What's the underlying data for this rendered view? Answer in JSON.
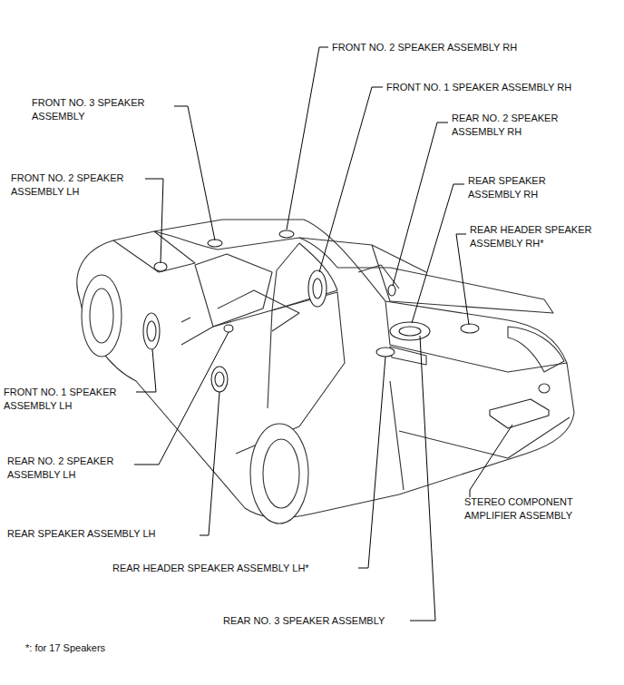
{
  "diagram": {
    "labels": [
      "FRONT NO. 2 SPEAKER ASSEMBLY RH",
      "FRONT NO. 1 SPEAKER ASSEMBLY RH",
      "FRONT NO. 3 SPEAKER ASSEMBLY",
      "REAR NO. 2 SPEAKER ASSEMBLY RH",
      "FRONT NO. 2 SPEAKER ASSEMBLY LH",
      "REAR SPEAKER ASSEMBLY RH",
      "REAR HEADER SPEAKER ASSEMBLY RH*",
      "FRONT NO. 1 SPEAKER ASSEMBLY LH",
      "REAR NO. 2 SPEAKER ASSEMBLY LH",
      "STEREO COMPONENT AMPLIFIER ASSEMBLY",
      "REAR SPEAKER ASSEMBLY LH",
      "REAR HEADER SPEAKER ASSEMBLY LH*",
      "REAR NO. 3 SPEAKER ASSEMBLY",
      "*: for 17 Speakers"
    ]
  }
}
